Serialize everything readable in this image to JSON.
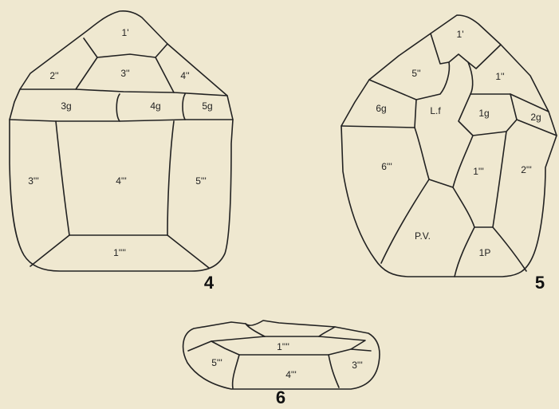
{
  "figures": [
    {
      "number": "4",
      "labels": [
        "1'",
        "2''",
        "3''",
        "4''",
        "3g",
        "4g",
        "5g",
        "3'''",
        "4'''",
        "5'''",
        "1''''"
      ]
    },
    {
      "number": "5",
      "labels": [
        "1'",
        "5''",
        "1''",
        "6g",
        "L.f",
        "1g",
        "2g",
        "6'''",
        "1'''",
        "2'''",
        "P.V.",
        "1P"
      ]
    },
    {
      "number": "6",
      "labels": [
        "1''''",
        "5'''",
        "3'''",
        "4'''"
      ]
    }
  ]
}
